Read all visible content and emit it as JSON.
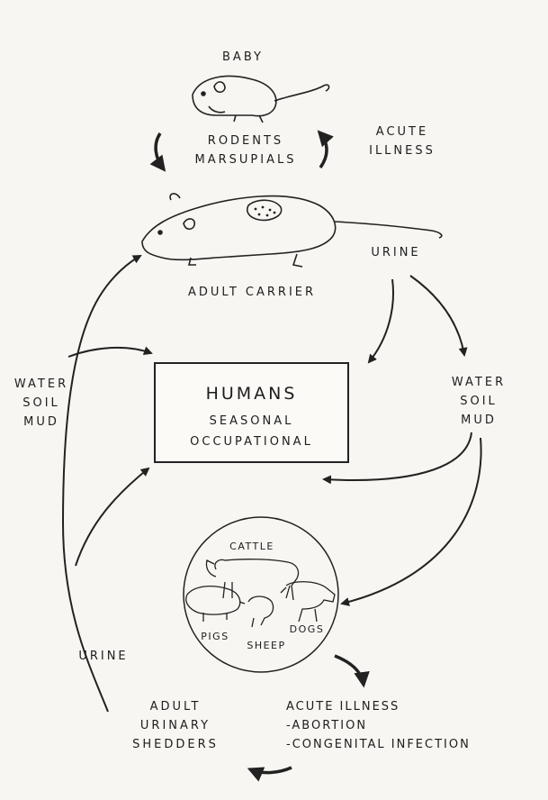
{
  "labels": {
    "baby": "BABY",
    "reservoir": "RODENTS\nMARSUPIALS",
    "acute_illness_top": "ACUTE\nILLNESS",
    "adult_carrier": "ADULT CARRIER",
    "urine_top": "URINE",
    "water_left": "WATER\nSOIL\nMUD",
    "water_right": "WATER\nSOIL\nMUD",
    "urine_bottom": "URINE",
    "adult_urinary_shedders": "ADULT\nURINARY\nSHEDDERS",
    "acute_illness_bottom": "ACUTE ILLNESS\n-ABORTION\n-CONGENITAL INFECTION"
  },
  "humans": {
    "title": "HUMANS",
    "subtitle": "SEASONAL\nOCCUPATIONAL"
  },
  "livestock": {
    "cattle": "CATTLE",
    "pigs": "PIGS",
    "sheep": "SHEEP",
    "dogs": "DOGS"
  },
  "colors": {
    "ink": "#1d1d1d",
    "paper": "#f7f6f2"
  }
}
